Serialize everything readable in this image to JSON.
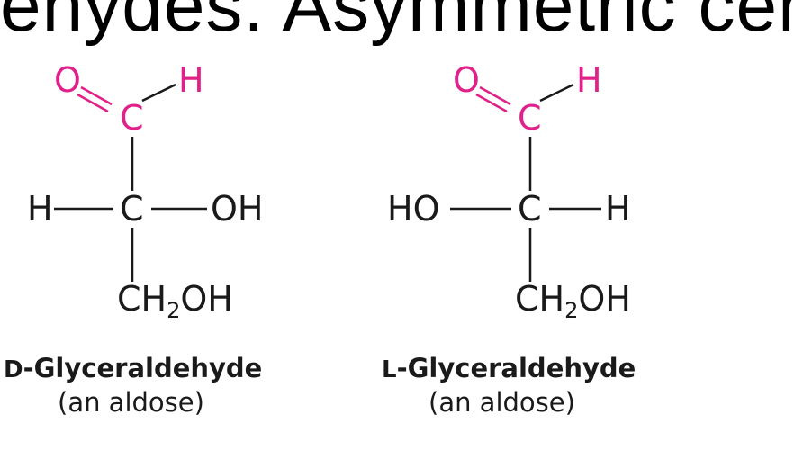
{
  "slide": {
    "title": "ehydes: Asymmetric cen"
  },
  "colors": {
    "carbonyl": "#e0218a",
    "text": "#1a1a1a"
  },
  "molecules": [
    {
      "prefix": "D",
      "name": "-Glyceraldehyde",
      "description": "(an aldose)",
      "atoms": {
        "o": "O",
        "h_top": "H",
        "c1": "C",
        "left": "H",
        "c2": "C",
        "right": "OH",
        "ch2": "CH",
        "sub2": "2",
        "oh": "OH"
      }
    },
    {
      "prefix": "L",
      "name": "-Glyceraldehyde",
      "description": "(an aldose)",
      "atoms": {
        "o": "O",
        "h_top": "H",
        "c1": "C",
        "left": "HO",
        "c2": "C",
        "right": "H",
        "ch2": "CH",
        "sub2": "2",
        "oh": "OH"
      }
    }
  ]
}
